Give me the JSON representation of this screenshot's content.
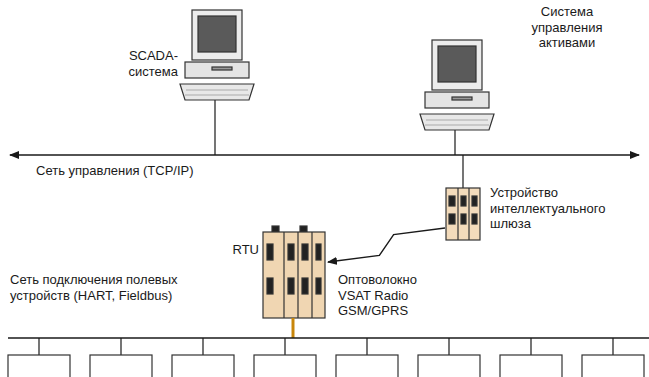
{
  "diagram": {
    "nodes": [
      {
        "text": [
          "SCADA-система"
        ]
      },
      {
        "text": [
          "Система управления активами"
        ]
      },
      {
        "text": [
          "Устройство интеллектуального шлюза"
        ]
      },
      {
        "text": [
          "RTU"
        ]
      }
    ],
    "edges": [
      {
        "from": 2,
        "to": 3,
        "arrow": "to",
        "label": "Оптоволокно VSAT Radio GSM/GPRS"
      }
    ],
    "labels": [
      "Сеть управления (TCP/IP)",
      "Сеть подключения полевых устройств (HART, Fieldbus)"
    ]
  }
}
